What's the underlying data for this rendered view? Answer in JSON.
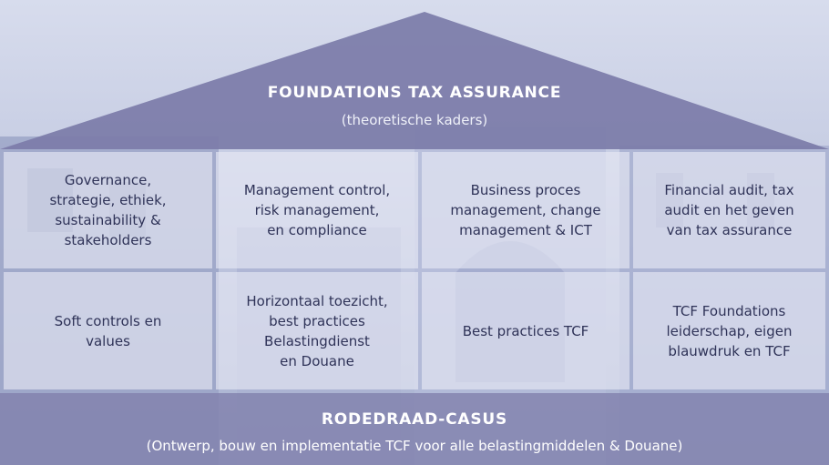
{
  "roof": {
    "title": "FOUNDATIONS TAX ASSURANCE",
    "subtitle": "(theoretische kaders)"
  },
  "pillars": {
    "row1": [
      "Governance,\nstrategie, ethiek,\nsustainability &\nstakeholders",
      "Management control,\nrisk management,\nen compliance",
      "Business proces\nmanagement, change\nmanagement & ICT",
      "Financial audit, tax\naudit en het geven\nvan tax assurance"
    ],
    "row2": [
      "Soft controls en\nvalues",
      "Horizontaal toezicht,\nbest practices\nBelastingdienst\nen Douane",
      "Best practices TCF",
      "TCF Foundations\nleiderschap, eigen\nblauwdruk en TCF"
    ]
  },
  "foundation": {
    "title": "RODEDRAAD-CASUS",
    "subtitle": "(Ontwerp, bouw en implementatie TCF voor alle belastingmiddelen & Douane)"
  },
  "colors": {
    "roof": "#7f7fab",
    "foundation": "#8181ac",
    "cell_text": "#2f3358",
    "background": "#b9c2dc"
  }
}
